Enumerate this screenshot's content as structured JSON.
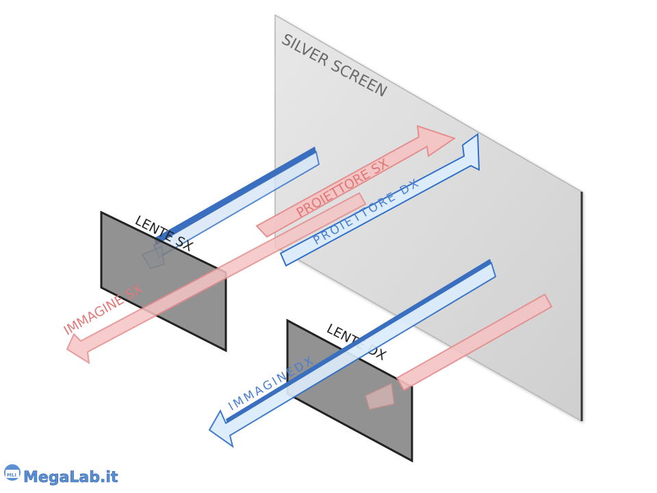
{
  "screen": {
    "label": "SILVER SCREEN"
  },
  "lenses": {
    "left": "LENTE SX",
    "right": "LENTE DX"
  },
  "beams": {
    "projector_left": "PROIETTORE SX",
    "projector_right": "PROIETTORE DX",
    "image_left": "IMMAGINE SX",
    "image_right": "IMMAGINEDX"
  },
  "logo": {
    "badge": "MLI",
    "text": "MegaLab.it"
  },
  "colors": {
    "screen_fill": "#dcdcdc",
    "lens_fill": "#808080",
    "pink_fill": "#f5c4c4",
    "pink_stroke": "#e58a8a",
    "blue_fill": "#dcecfb",
    "blue_stroke": "#2f6fc9",
    "blue_dark": "#3a6fbf",
    "logo_blue": "#5b8fd3"
  }
}
